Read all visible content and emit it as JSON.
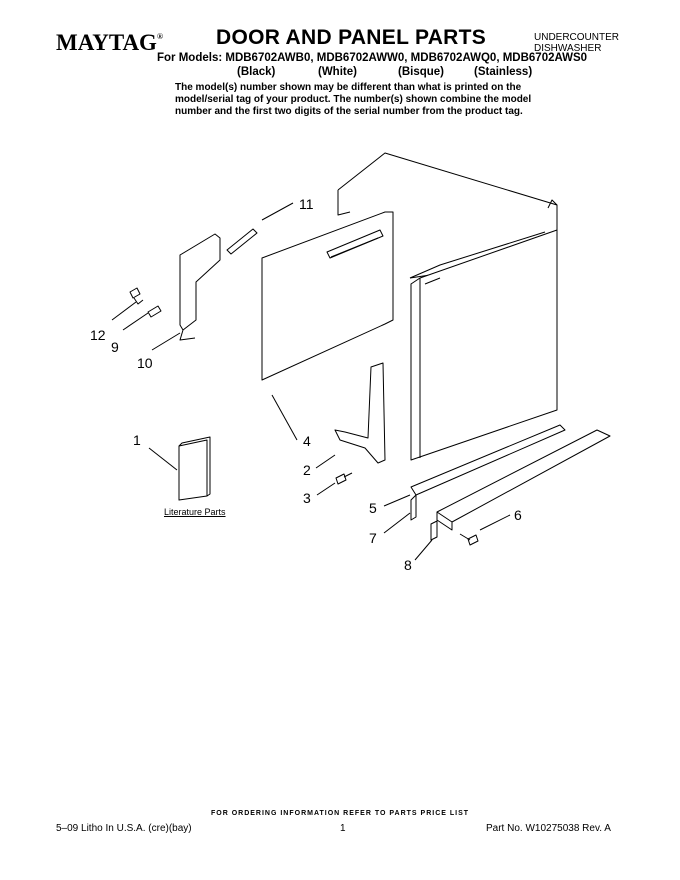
{
  "header": {
    "brand": "MAYTAG",
    "brand_mark": "®",
    "title": "DOOR AND PANEL PARTS",
    "appliance_line1": "UNDERCOUNTER",
    "appliance_line2": "DISHWASHER",
    "models": "For Models: MDB6702AWB0, MDB6702AWW0, MDB6702AWQ0, MDB6702AWS0",
    "finishes": [
      "(Black)",
      "(White)",
      "(Bisque)",
      "(Stainless)"
    ],
    "note": "The model(s) number shown may be different than what is printed on the model/serial tag of your product. The number(s) shown combine the model number and the first two digits of the serial number from the product tag."
  },
  "diagram": {
    "callouts": [
      "1",
      "2",
      "3",
      "4",
      "5",
      "6",
      "7",
      "8",
      "9",
      "10",
      "11",
      "12"
    ],
    "literature_label": "Literature Parts"
  },
  "footer": {
    "ordering": "FOR ORDERING INFORMATION REFER TO PARTS PRICE LIST",
    "litho": "5–09 Litho In U.S.A. (cre)(bay)",
    "page": "1",
    "part_no": "Part No. W10275038 Rev. A"
  }
}
